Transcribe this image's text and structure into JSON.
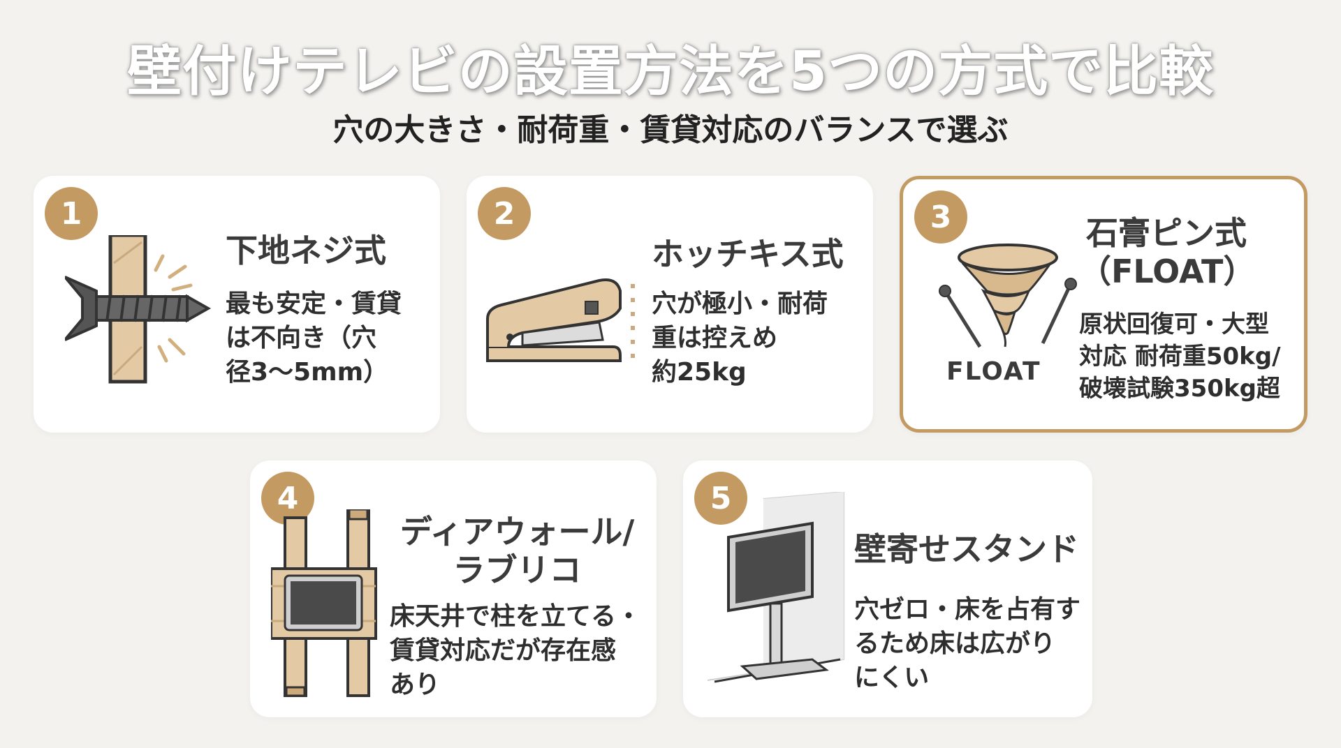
{
  "title": "壁付けテレビの設置方法を5つの方式で比較",
  "subtitle": "穴の大きさ・耐荷重・賃貸対応のバランスで選ぶ",
  "colors": {
    "accent": "#c49a63",
    "background": "#f3f2ef",
    "card": "#ffffff"
  },
  "cards": [
    {
      "number": "1",
      "title": "下地ネジ式",
      "desc": [
        "最も安定・賃貸",
        "は不向き（穴",
        "径3〜5mm）"
      ],
      "icon": "screw-in-wall-icon"
    },
    {
      "number": "2",
      "title": "ホッチキス式",
      "desc": [
        "穴が極小・耐荷",
        "重は控えめ",
        "約25kg"
      ],
      "icon": "stapler-icon"
    },
    {
      "number": "3",
      "title": [
        "石膏ピン式",
        "（FLOAT）"
      ],
      "desc": [
        "原状回復可・大型",
        "対応 耐荷重50kg/",
        "破壊試験350kg超"
      ],
      "icon": "tornado-pins-icon",
      "logo_text": "FLOAT"
    },
    {
      "number": "4",
      "title": [
        "ディアウォール/",
        "ラブリコ"
      ],
      "desc": [
        "床天井で柱を立てる・",
        "賃貸対応だが存在感",
        "あり"
      ],
      "icon": "wood-pillar-tv-icon"
    },
    {
      "number": "5",
      "title": "壁寄せスタンド",
      "desc": [
        "穴ゼロ・床を占有す",
        "るため床は広がり",
        "にくい"
      ],
      "icon": "tv-stand-icon"
    }
  ]
}
